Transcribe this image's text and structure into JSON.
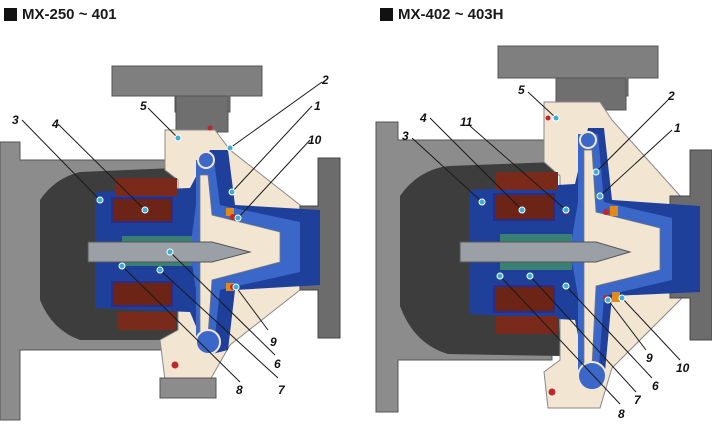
{
  "titles": {
    "left": "MX-250 ~ 401",
    "right": "MX-402 ~ 403H"
  },
  "colors": {
    "housing_gray": "#8c8c8c",
    "housing_dark": "#5b5b5b",
    "casing_cream": "#f2e6d3",
    "fluid_blue": "#1e3f9a",
    "fluid_light": "#3b67c8",
    "magnet_brown": "#7a2a1a",
    "shaft_gray": "#9aa0a6",
    "bearing_green": "#3a7f73",
    "seal_orange": "#e08a1e",
    "oring_red": "#c0262d",
    "leader_dot": "#3aaed8"
  },
  "callouts_left": [
    "1",
    "2",
    "3",
    "4",
    "5",
    "6",
    "7",
    "8",
    "9",
    "10"
  ],
  "callouts_right": [
    "1",
    "2",
    "3",
    "4",
    "5",
    "6",
    "7",
    "8",
    "9",
    "10",
    "11"
  ]
}
